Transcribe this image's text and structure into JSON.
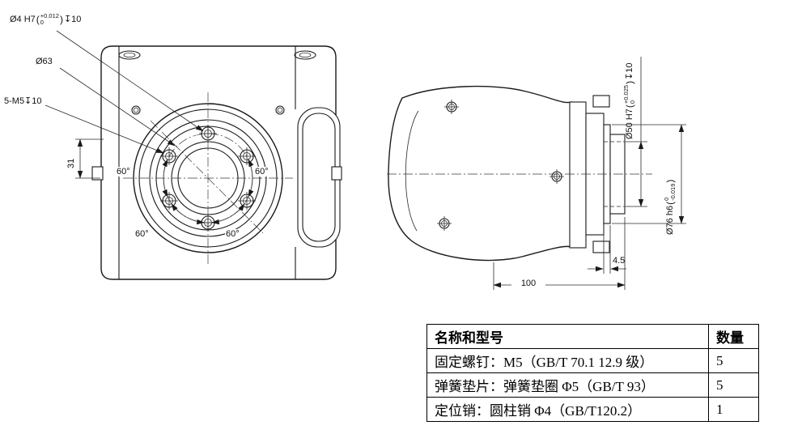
{
  "colors": {
    "ink": "#1a1a1a",
    "background": "#ffffff"
  },
  "syms": {
    "open": "(",
    "close": ")"
  },
  "left_view": {
    "pin_hole": {
      "label": "Ø4 H7",
      "tol_upper": "+0.012",
      "tol_lower": "0",
      "depth": "↧10"
    },
    "bolt_circle_dia": "Ø63",
    "screw_spec": "5-M5↧10",
    "dim_31": "31",
    "angles": [
      "60°",
      "60°",
      "60°",
      "60°"
    ]
  },
  "right_view": {
    "bore": {
      "label": "Ø50 H7",
      "tol_upper": "+0.025",
      "tol_lower": "0",
      "depth": "↧10"
    },
    "flange_dia": {
      "label": "Ø76 h6",
      "tol_upper": "0",
      "tol_lower": "-0.019"
    },
    "dim_flange_thickness": "4.5",
    "dim_length": "100"
  },
  "parts_table": {
    "headers": [
      "名称和型号",
      "数量"
    ],
    "rows": [
      {
        "name": "固定螺钉：M5（GB/T 70.1 12.9 级）",
        "qty": "5"
      },
      {
        "name": "弹簧垫片：弹簧垫圈 Φ5（GB/T 93）",
        "qty": "5"
      },
      {
        "name": "定位销：圆柱销 Φ4（GB/T120.2）",
        "qty": "1"
      }
    ]
  }
}
